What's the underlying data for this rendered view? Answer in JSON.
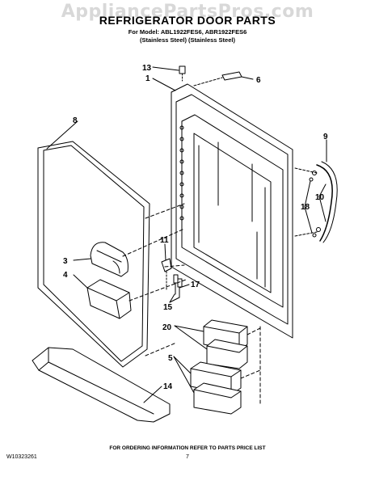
{
  "watermark": "AppliancePartsPros.com",
  "header": {
    "title": "REFRIGERATOR DOOR PARTS",
    "model_line": "For Model: ABL1922FES6, ABR1922FES6",
    "finish_line": "(Stainless Steel) (Stainless Steel)"
  },
  "callouts": {
    "c13": "13",
    "c1": "1",
    "c6": "6",
    "c8": "8",
    "c9": "9",
    "c10": "10",
    "c18": "18",
    "c11": "11",
    "c3": "3",
    "c4": "4",
    "c17": "17",
    "c15": "15",
    "c20": "20",
    "c5": "5",
    "c14": "14"
  },
  "footer": {
    "ordering_note": "FOR ORDERING INFORMATION REFER TO PARTS PRICE LIST",
    "doc_number": "W10323261",
    "page_number": "7"
  }
}
